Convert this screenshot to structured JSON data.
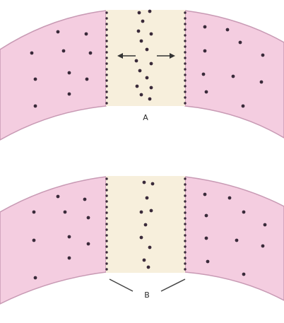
{
  "figure": {
    "panels": [
      {
        "id": "top",
        "label": "A"
      },
      {
        "id": "bottom",
        "label": "B"
      }
    ],
    "colors": {
      "tissue_fill": "#f4cde0",
      "tissue_edge": "#c89ab4",
      "gap_fill": "#f7efdc",
      "dot": "#3a2a3a",
      "arrow": "#333333",
      "label": "#2b2b2b"
    },
    "icons": {
      "arrow_left": "arrow-left-icon",
      "arrow_right": "arrow-right-icon",
      "pointer_lines": "pointer-line-icon"
    }
  }
}
